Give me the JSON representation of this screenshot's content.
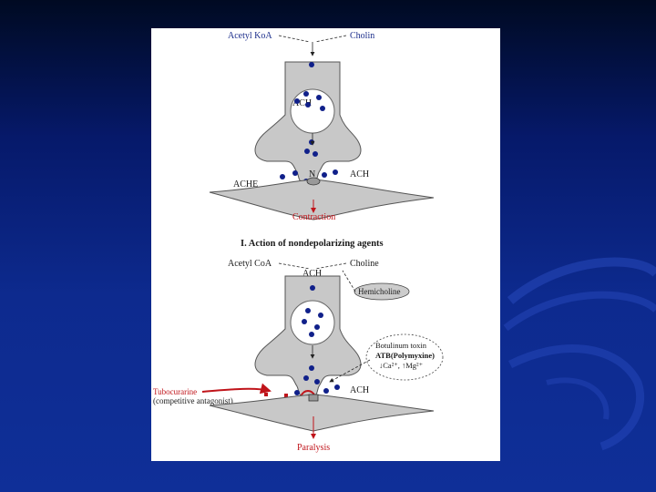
{
  "diagram_top": {
    "acetyl_coa": "Acetyl KoA",
    "choline": "Cholin",
    "vesicle_label": "ACH",
    "receptor_label": "N",
    "ach_label": "ACH",
    "enzyme_label": "ACHE",
    "outcome": "Contraction"
  },
  "section_title": "I. Action of nondepolarizing agents",
  "diagram_bottom": {
    "acetyl_coa": "Acetyl CoA",
    "choline": "Choline",
    "ach_top": "ACH",
    "hemicholine": "Hemicholine",
    "toxin_line1": "Botulinum toxin",
    "toxin_line2": "ATB(Polymyxine)",
    "toxin_line3": "↓Ca²⁺, ↑Mg²⁺",
    "blocker_name": "Tubocurarine",
    "blocker_note": "(competitive antagonist)",
    "ach_right": "ACH",
    "outcome": "Paralysis"
  },
  "colors": {
    "background": "#0d2a8e",
    "tissue": "#c8c8c8",
    "molecule": "#10208a",
    "blocker": "#c0141a"
  }
}
